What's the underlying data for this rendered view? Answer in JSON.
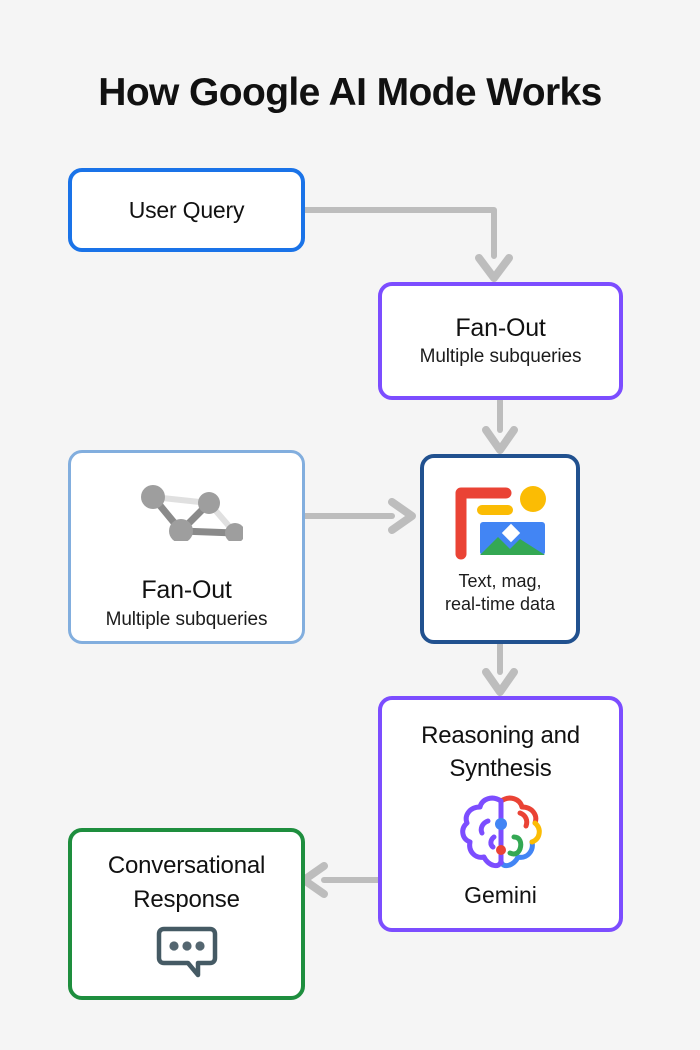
{
  "page": {
    "title": "How Google AI Mode Works",
    "background_color": "#f5f5f5"
  },
  "colors": {
    "blue": "#1a73e8",
    "light_blue": "#82aede",
    "purple": "#7c4dff",
    "navy": "#21518f",
    "green": "#1e8e3e",
    "connector_gray": "#bdbdbd",
    "node_gray": "#9e9e9e",
    "google_red": "#ea4335",
    "google_yellow": "#fbbc04",
    "google_blue": "#4285f4",
    "google_green": "#34a853",
    "bubble_slate": "#455a64"
  },
  "nodes": {
    "user_query": {
      "title": "User Query",
      "border_color": "#1a73e8"
    },
    "fanout_top": {
      "title": "Fan-Out",
      "subtitle": "Multiple subqueries",
      "border_color": "#7c4dff"
    },
    "fanout_left": {
      "title": "Fan-Out",
      "subtitle": "Multiple subqueries",
      "border_color": "#82aede",
      "icon": "network-graph-icon"
    },
    "multimodal": {
      "line1": "Text, mag,",
      "line2": "real-time data",
      "border_color": "#21518f",
      "icon": "multimodal-media-icon"
    },
    "reasoning": {
      "line1": "Reasoning and",
      "line2": "Synthesis",
      "model_label": "Gemini",
      "border_color": "#7c4dff",
      "icon": "brain-icon"
    },
    "response": {
      "line1": "Conversational",
      "line2": "Response",
      "border_color": "#1e8e3e",
      "icon": "chat-bubble-icon"
    }
  },
  "connectors": [
    {
      "name": "user-query-to-fanout",
      "from": "user_query",
      "to": "fanout_top",
      "shape": "elbow-right-down",
      "color": "#bdbdbd"
    },
    {
      "name": "fanout-to-multimodal",
      "from": "fanout_top",
      "to": "multimodal",
      "shape": "vertical-down",
      "color": "#bdbdbd"
    },
    {
      "name": "fanout-left-to-multimodal",
      "from": "fanout_left",
      "to": "multimodal",
      "shape": "horizontal-right",
      "color": "#bdbdbd"
    },
    {
      "name": "multimodal-to-reasoning",
      "from": "multimodal",
      "to": "reasoning",
      "shape": "vertical-down",
      "color": "#bdbdbd"
    },
    {
      "name": "reasoning-to-response",
      "from": "reasoning",
      "to": "response",
      "shape": "horizontal-left",
      "color": "#bdbdbd"
    }
  ]
}
